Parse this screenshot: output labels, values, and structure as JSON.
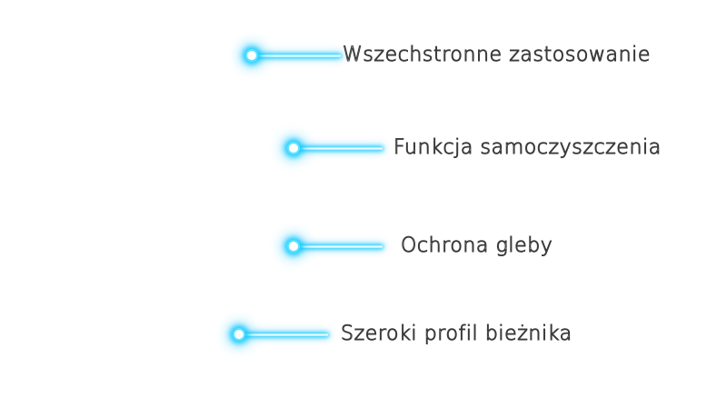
{
  "callouts": [
    {
      "label": "Wszechstronne zastosowanie"
    },
    {
      "label": "Funkcja samoczyszczenia"
    },
    {
      "label": "Ochrona gleby"
    },
    {
      "label": "Szeroki profil bieżnika"
    }
  ],
  "colors": {
    "glow": "#00c8ff",
    "line_core": "#ffffff",
    "text_fill": "#ffffff",
    "text_outline": "#3a3a3a",
    "background": "#ffffff"
  }
}
